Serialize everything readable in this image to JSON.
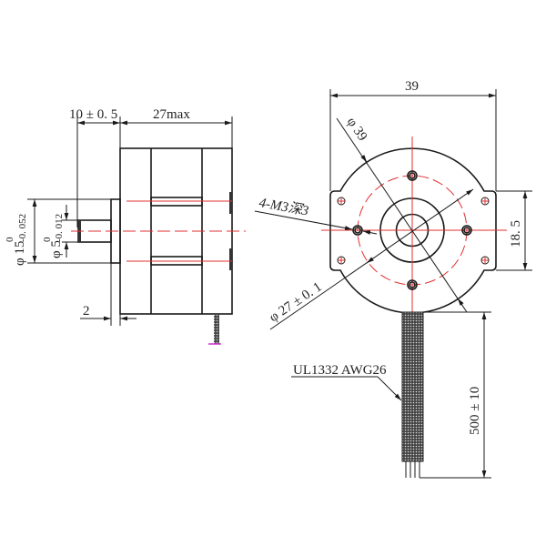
{
  "side_view": {
    "shaft_length": "10 ± 0. 5",
    "body_length": "27max",
    "flange_dia": "φ 15",
    "flange_tol_upper": "0",
    "flange_tol_lower": "-0. 052",
    "shaft_dia": "φ 5",
    "shaft_tol_upper": "0",
    "shaft_tol_lower": "-0. 012",
    "flange_thickness": "2"
  },
  "front_view": {
    "width": "39",
    "outer_dia": "φ 39",
    "pcd": "φ 27 ± 0. 1",
    "hole_spec": "4-M3深3",
    "ear_height": "18. 5"
  },
  "cable": {
    "spec": "UL1332  AWG26",
    "length": "500 ± 10"
  },
  "colors": {
    "line": "#1a1a1a",
    "centerline": "#e03030",
    "cable_tip": "#cc33cc"
  }
}
